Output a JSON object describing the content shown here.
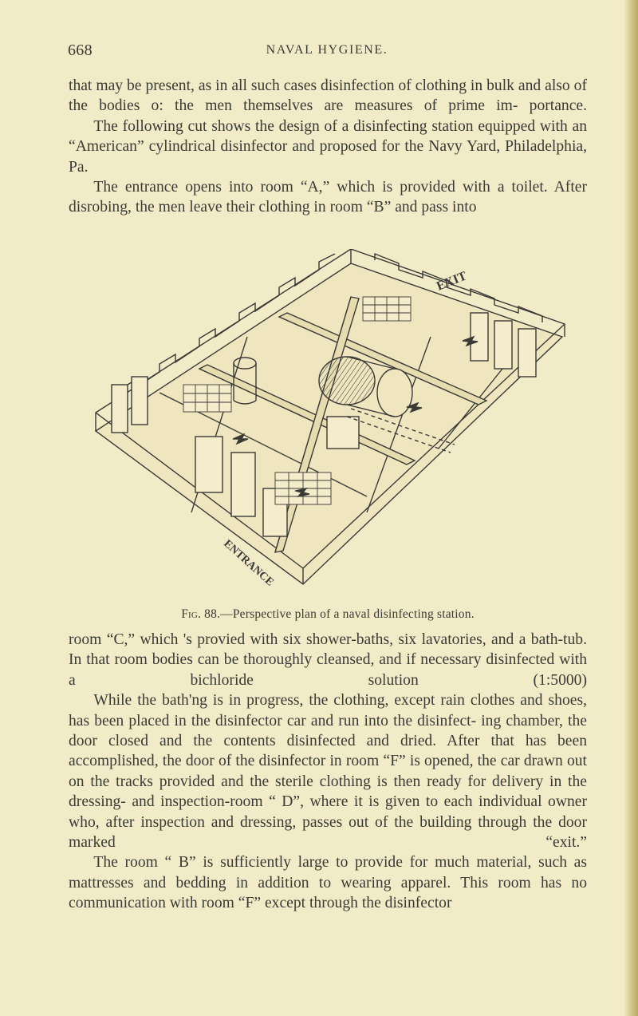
{
  "header": {
    "page_number": "668",
    "running_title": "NAVAL HYGIENE."
  },
  "body_top": {
    "p1": "that may be present, as in all such cases disinfection of clothing in bulk and also of the bodies o: the men themselves are measures of prime im- portance.",
    "p2": "The following cut shows the design of a disinfecting station equipped with an “American” cylindrical disinfector and proposed for the Navy Yard, Philadelphia, Pa.",
    "p3": "The entrance opens into room “A,” which is provided with a toilet. After disrobing, the men leave their clothing in room “B” and pass into"
  },
  "figure": {
    "exit_label": "EXIT",
    "entrance_label": "ENTRANCE",
    "caption_label": "Fig. 88.",
    "caption_text": "—Perspective plan of a naval disinfecting station."
  },
  "body_bottom": {
    "p1": "room “C,” which 's provied with six shower-baths, six lavatories, and a bath-tub. In that room bodies can be thoroughly cleansed, and if necessary disinfected with a bichloride solution (1:5000)",
    "p2": "While the bath'ng is in progress, the clothing, except rain clothes and shoes, has been placed in the disinfector car and run into the disinfect- ing chamber, the door closed and the contents disinfected and dried. After that has been accomplished, the door of the disinfector in room “F” is opened, the car drawn out on the tracks provided and the sterile clothing is then ready for delivery in the dressing- and inspection-room “ D”, where it is given to each individual owner who, after inspection and dressing, passes out of the building through the door marked “exit.”",
    "p3": "The room “ B” is sufficiently large to provide for much material, such as mattresses and bedding in addition to wearing apparel. This room has no communication with room “F” except through the disinfector"
  },
  "colors": {
    "paper": "#f2ebc7",
    "ink": "#3a3a36"
  }
}
